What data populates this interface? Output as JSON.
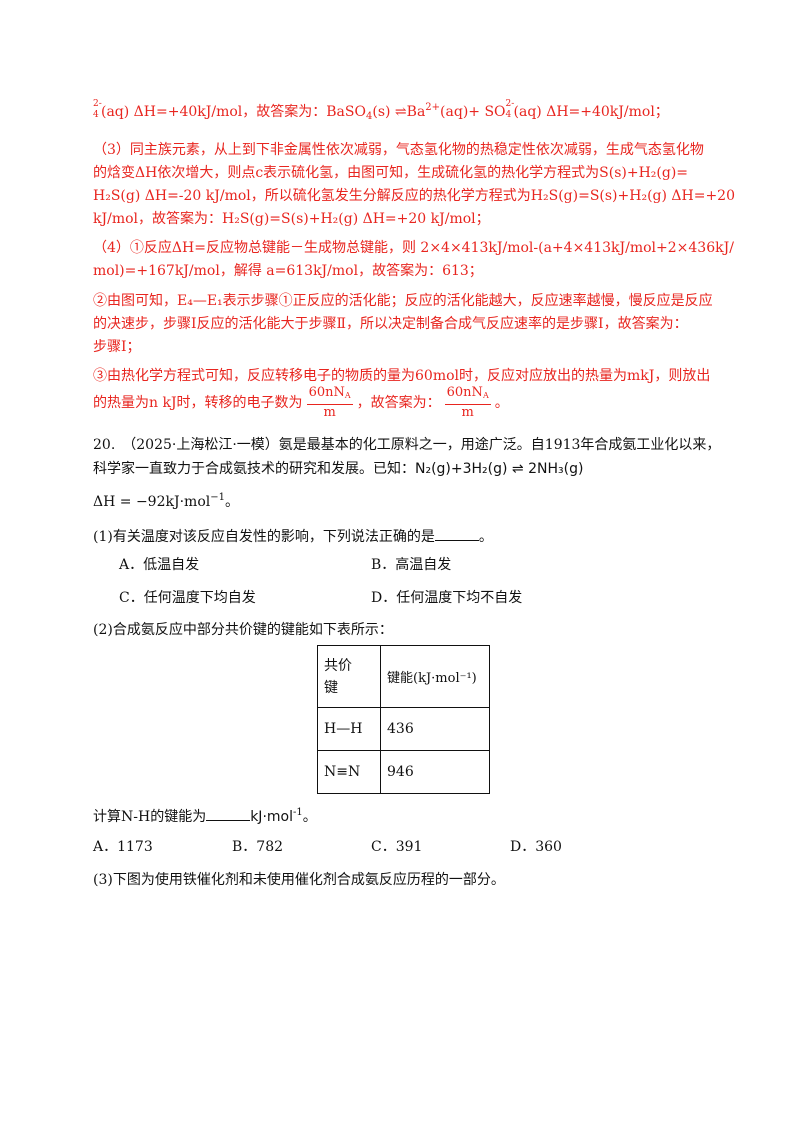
{
  "answer19": {
    "line1": {
      "pre_sup": "2-",
      "pre_sub": "4",
      "a": "(aq) ΔH=+40kJ/mol，故答案为：BaSO",
      "a_sub": "4",
      "b": "(s) ",
      "arrow": "⇌",
      "c": "Ba",
      "c_sup": "2+",
      "d": "(aq)+ SO",
      "d_sup": "2-",
      "d_sub": "4",
      "e": "(aq) ΔH=+40kJ/mol；"
    },
    "p3": {
      "l1": "（3）同主族元素，从上到下非金属性依次减弱，气态氢化物的热稳定性依次减弱，生成气态氢化物",
      "l2": "的焓变ΔH依次增大，则点c表示硫化氢，由图可知，生成硫化氢的热化学方程式为S(s)+H₂(g)=",
      "l3": "H₂S(g) ΔH=-20 kJ/mol，所以硫化氢发生分解反应的热化学方程式为H₂S(g)=S(s)+H₂(g) ΔH=+20",
      "l4": "kJ/mol，故答案为：H₂S(g)=S(s)+H₂(g) ΔH=+20 kJ/mol；"
    },
    "p4": {
      "l1": "（4）①反应ΔH=反应物总键能－生成物总键能，则 2×4×413kJ/mol-(a+4×413kJ/mol+2×436kJ/",
      "l2": "mol)=+167kJ/mol，解得 a=613kJ/mol，故答案为：613；"
    },
    "p5": {
      "l1": "②由图可知，E₄—E₁表示步骤①正反应的活化能；反应的活化能越大，反应速率越慢，慢反应是反应",
      "l2": "的决速步，步骤Ⅰ反应的活化能大于步骤Ⅱ，所以决定制备合成气反应速率的是步骤Ⅰ，故答案为：",
      "l3": "步骤Ⅰ；"
    },
    "p6": {
      "l1": "③由热化学方程式可知，反应转移电子的物质的量为60mol时，反应对应放出的热量为mkJ，则放出",
      "l2a": "的热量为n kJ时，转移的电子数为",
      "frac_num": "60nN",
      "frac_num_sub": "A",
      "frac_den": "m",
      "l2b": "，故答案为：",
      "l2c": "。"
    }
  },
  "q20": {
    "l1": "20.　（2025·上海松江·一模）氨是最基本的化工原料之一，用途广泛。自1913年合成氨工业化以来，",
    "l2": "科学家一直致力于合成氨技术的研究和发展。已知：",
    "eq": "N₂(g)+3H₂(g) ⇌ 2NH₃(g)",
    "dh": "ΔH = −92kJ·mol",
    "dh_sup": "−1",
    "dh_end": "。",
    "sub1": {
      "question": "(1)有关温度对该反应自发性的影响，下列说法正确的是",
      "end": "。",
      "options": [
        "A．低温自发",
        "B．高温自发",
        "C．任何温度下均自发",
        "D．任何温度下均不自发"
      ]
    },
    "sub2": {
      "question": "(2)合成氨反应中部分共价键的键能如下表所示：",
      "table": {
        "header": [
          "共价键",
          "键能(kJ·mol⁻¹)"
        ],
        "rows": [
          [
            "H—H",
            "436"
          ],
          [
            "N≡N",
            "946"
          ]
        ]
      },
      "calc_pre": "计算N-H的键能为",
      "calc_unit": "kJ·mol",
      "calc_sup": "-1",
      "calc_end": "。",
      "options": [
        "A．1173",
        "B．782",
        "C．391",
        "D．360"
      ]
    },
    "sub3": {
      "question": "(3)下图为使用铁催化剂和未使用催化剂合成氨反应历程的一部分。"
    }
  }
}
